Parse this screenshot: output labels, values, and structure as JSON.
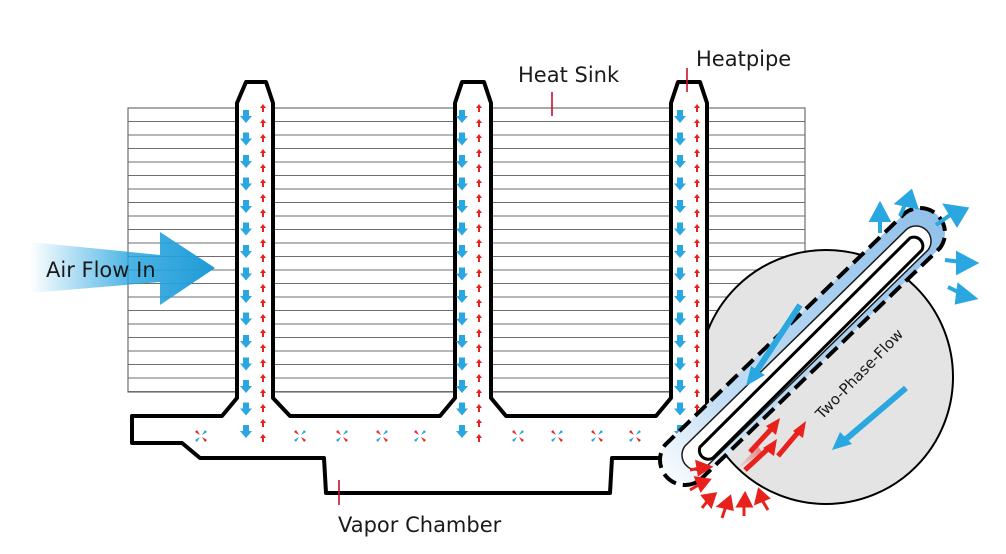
{
  "labels": {
    "heat_sink": "Heat Sink",
    "heatpipe": "Heatpipe",
    "air_flow_in": "Air Flow In",
    "vapor_chamber": "Vapor Chamber",
    "two_phase_flow": "Two-Phase-Flow"
  },
  "colors": {
    "liquid_blue": "#2aa6e0",
    "vapor_red": "#e8211c",
    "outline": "#000000",
    "fin_line": "#6e6e6e",
    "inset_circle": "#e4e4e4",
    "heatpipe_fill": "#a6cdee",
    "leader_tick": "#c8102e"
  },
  "icons": {
    "air_flow": "big-arrow-right-icon",
    "liquid": "arrow-down-icon",
    "vapor": "arrow-up-icon",
    "circulation": "circulation-icon"
  }
}
